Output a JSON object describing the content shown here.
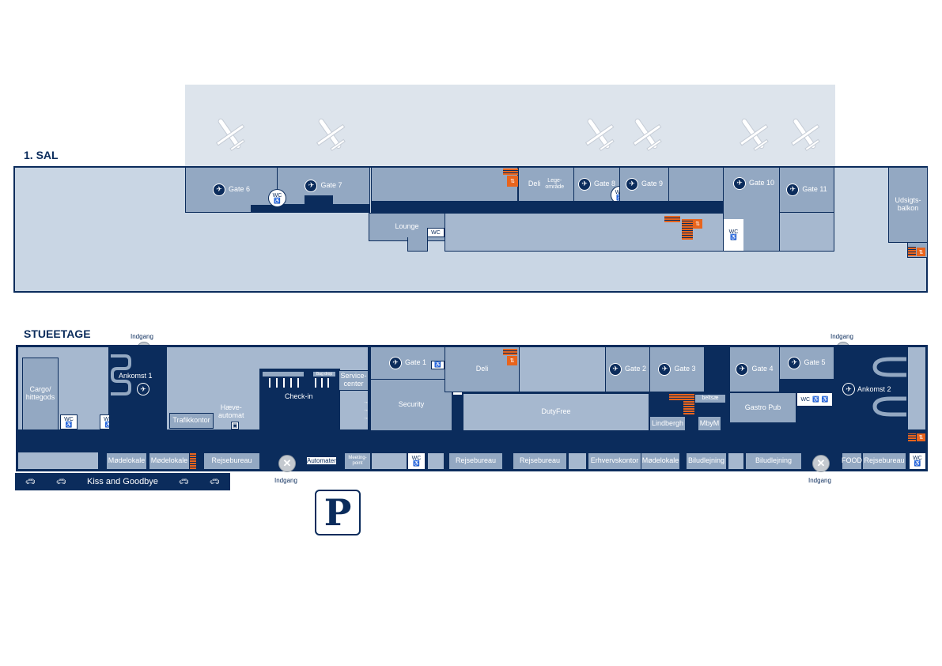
{
  "floors": {
    "upper": {
      "title": "1. SAL",
      "gates": [
        "Gate 6",
        "Gate 7",
        "Gate 8",
        "Gate 9",
        "Gate 10",
        "Gate 11"
      ],
      "rooms": {
        "deli": "Deli",
        "play_area": "Lege-\nområde",
        "lounge": "Lounge",
        "wc": "WC",
        "viewing_balcony": "Udsigts-\nbalkon"
      }
    },
    "ground": {
      "title": "STUEETAGE",
      "gates": [
        "Gate 1",
        "Gate 2",
        "Gate 3",
        "Gate 4",
        "Gate 5"
      ],
      "rooms": {
        "cargo": "Cargo/\nhittegods",
        "arrival1": "Ankomst 1",
        "arrival2": "Ankomst 2",
        "checkin": "Check-in",
        "bag_drop": "Bag drop",
        "service_center": "Service-\ncenter",
        "atm": "Hæve-\nautomat",
        "traffic_office": "Trafikkontor",
        "security": "Security",
        "deli": "Deli",
        "dutyfree": "DutyFree",
        "lindbergh": "Lindbergh",
        "mbym": "MbyM",
        "beltsx": "beltsæ",
        "gastro_pub": "Gastro Pub",
        "wc": "WC",
        "meeting_room_1": "Mødelokale",
        "meeting_room_2": "Mødelokale",
        "meeting_room_3": "Mødelokale",
        "travel_agency_1": "Rejsebureau",
        "travel_agency_2": "Rejsebureau",
        "travel_agency_3": "Rejsebureau",
        "travel_agency_4": "Rejsebureau",
        "automats": "Automater",
        "meeting_point": "Meeting-\npoint",
        "business_office": "Erhvervskontor",
        "car_rental_1": "Biludlejning",
        "car_rental_2": "Biludlejning",
        "food": "FOOD"
      },
      "entrance_label": "Indgang",
      "kiss_and_goodbye": "Kiss and Goodbye",
      "parking": "P"
    }
  },
  "colors": {
    "navy": "#0b2c5c",
    "room": "#93a8c2",
    "tarmac": "#dde4ec",
    "stairs": "#e8641d"
  },
  "icons": [
    "plane-icon",
    "departure-icon",
    "arrival-icon",
    "wc-icon",
    "stairs-icon",
    "elevator-icon",
    "entrance-icon",
    "car-icon",
    "parking-icon"
  ]
}
